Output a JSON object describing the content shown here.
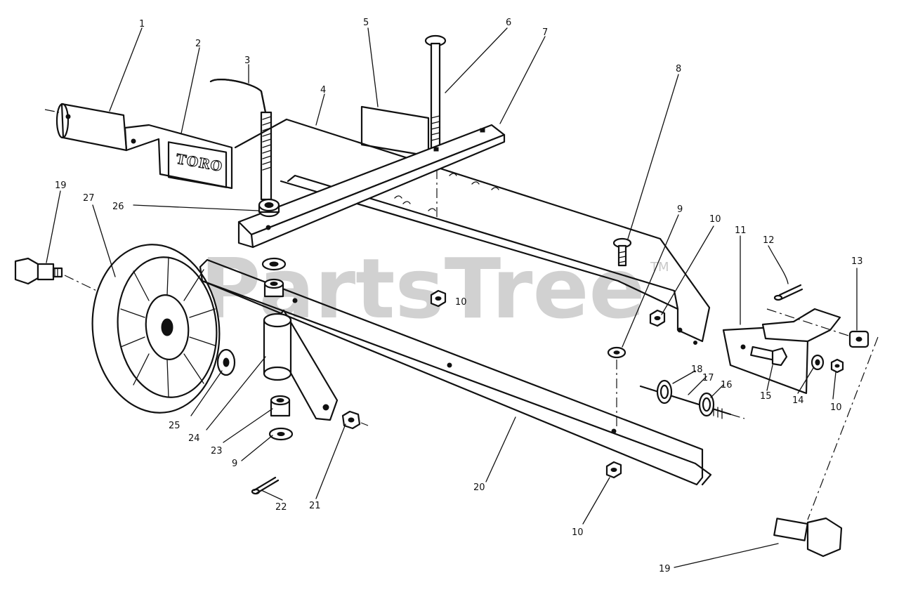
{
  "watermark": {
    "text": "PartsTree",
    "trademark": "TM"
  },
  "nameplate": {
    "text": "TORO"
  },
  "callouts": [
    {
      "id": "c1",
      "label": "1"
    },
    {
      "id": "c2",
      "label": "2"
    },
    {
      "id": "c3",
      "label": "3"
    },
    {
      "id": "c4",
      "label": "4"
    },
    {
      "id": "c5",
      "label": "5"
    },
    {
      "id": "c6",
      "label": "6"
    },
    {
      "id": "c7",
      "label": "7"
    },
    {
      "id": "c8",
      "label": "8"
    },
    {
      "id": "c9a",
      "label": "9"
    },
    {
      "id": "c10a",
      "label": "10"
    },
    {
      "id": "c11",
      "label": "11"
    },
    {
      "id": "c12",
      "label": "12"
    },
    {
      "id": "c13",
      "label": "13"
    },
    {
      "id": "c19a",
      "label": "19"
    },
    {
      "id": "c27",
      "label": "27"
    },
    {
      "id": "c26",
      "label": "26"
    },
    {
      "id": "c10b",
      "label": "10"
    },
    {
      "id": "c10c",
      "label": "10"
    },
    {
      "id": "c15",
      "label": "15"
    },
    {
      "id": "c14",
      "label": "14"
    },
    {
      "id": "c10d",
      "label": "10"
    },
    {
      "id": "c18",
      "label": "18"
    },
    {
      "id": "c17",
      "label": "17"
    },
    {
      "id": "c16",
      "label": "16"
    },
    {
      "id": "c25",
      "label": "25"
    },
    {
      "id": "c24",
      "label": "24"
    },
    {
      "id": "c23",
      "label": "23"
    },
    {
      "id": "c9b",
      "label": "9"
    },
    {
      "id": "c22",
      "label": "22"
    },
    {
      "id": "c21",
      "label": "21"
    },
    {
      "id": "c20",
      "label": "20"
    },
    {
      "id": "c10e",
      "label": "10"
    },
    {
      "id": "c19b",
      "label": "19"
    }
  ]
}
